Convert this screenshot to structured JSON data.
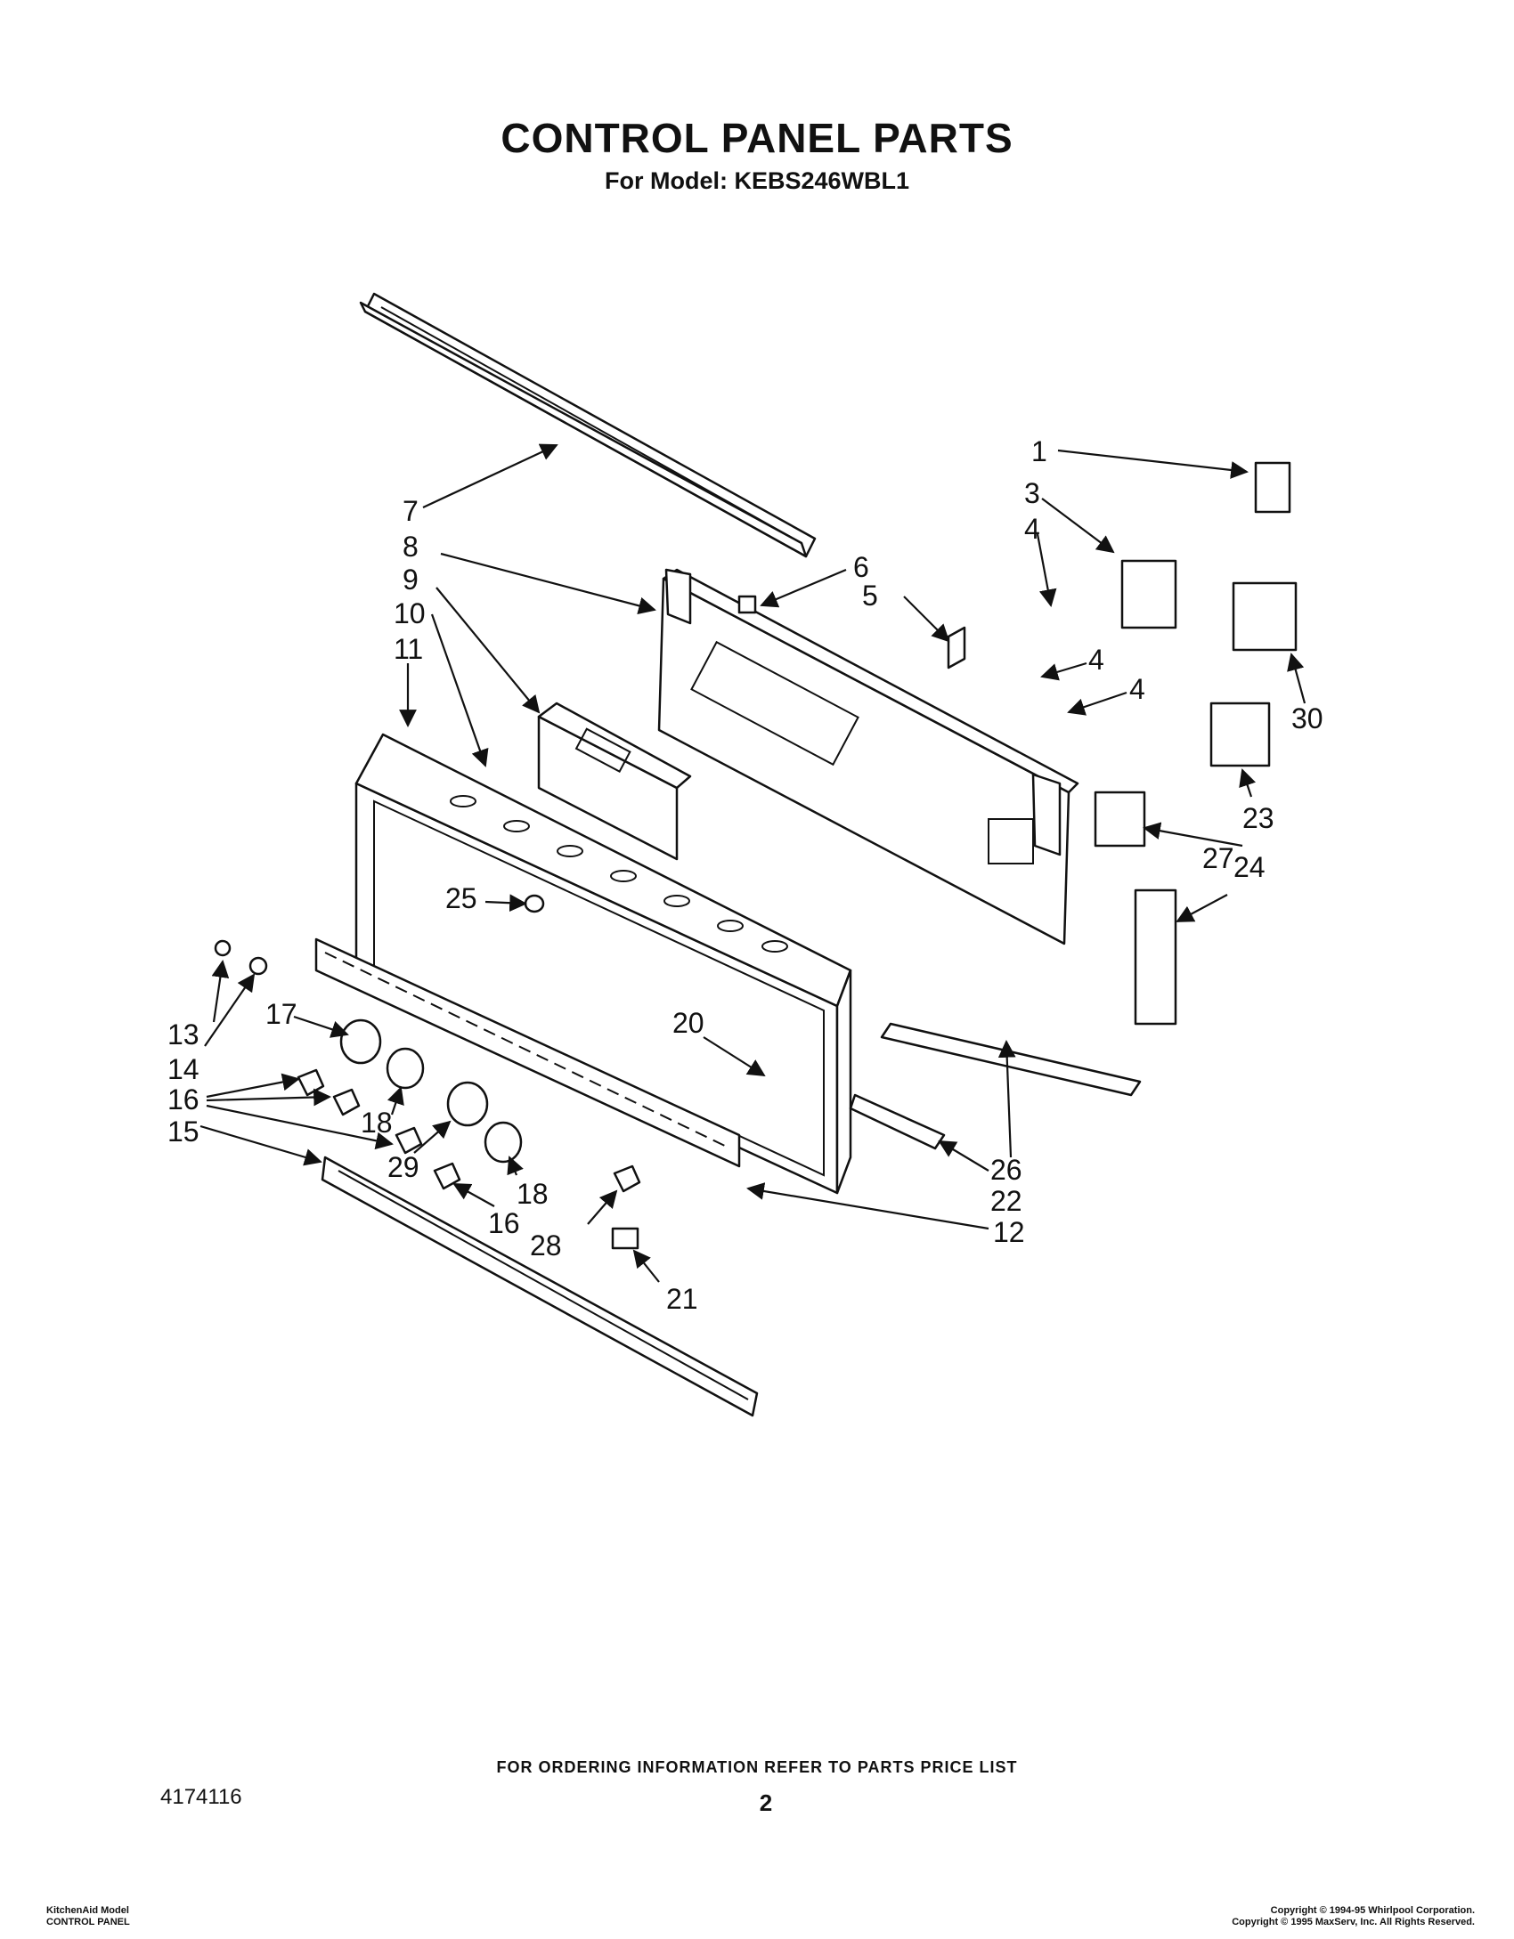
{
  "header": {
    "title": "CONTROL PANEL PARTS",
    "subtitle": "For Model: KEBS246WBL1"
  },
  "callouts": [
    "1",
    "3",
    "4",
    "4",
    "4",
    "5",
    "6",
    "7",
    "8",
    "9",
    "10",
    "11",
    "12",
    "13",
    "14",
    "15",
    "16",
    "16",
    "17",
    "18",
    "18",
    "20",
    "21",
    "22",
    "23",
    "24",
    "25",
    "26",
    "27",
    "28",
    "29",
    "30"
  ],
  "footer": {
    "order_note": "FOR ORDERING INFORMATION REFER TO PARTS PRICE LIST",
    "doc_number": "4174116",
    "page_number": "2",
    "model_line_1": "KitchenAid Model",
    "model_line_2": "CONTROL PANEL",
    "copyright_1": "Copyright © 1994-95 Whirlpool Corporation.",
    "copyright_2": "Copyright © 1995 MaxServ, Inc.  All Rights Reserved."
  }
}
